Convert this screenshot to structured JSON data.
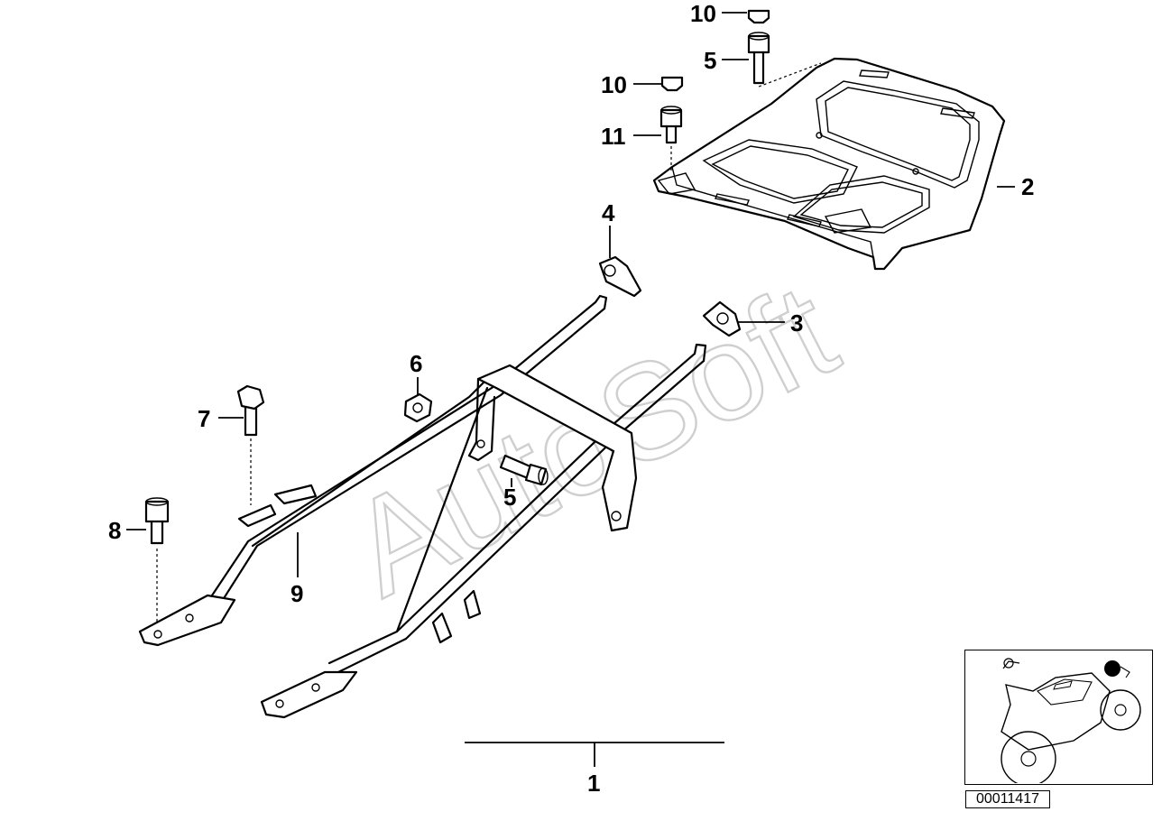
{
  "watermark": "AutoSoft",
  "reference_number": "00011417",
  "callouts": {
    "p1": "1",
    "p2": "2",
    "p3": "3",
    "p4": "4",
    "p5_top": "5",
    "p5_mid": "5",
    "p6": "6",
    "p7": "7",
    "p8": "8",
    "p9": "9",
    "p10_top": "10",
    "p10_left": "10",
    "p11": "11"
  },
  "locator_icon": "motorcycle-locator-icon",
  "colors": {
    "ink": "#000000",
    "watermark": "#cfcfcf",
    "background": "#ffffff"
  }
}
